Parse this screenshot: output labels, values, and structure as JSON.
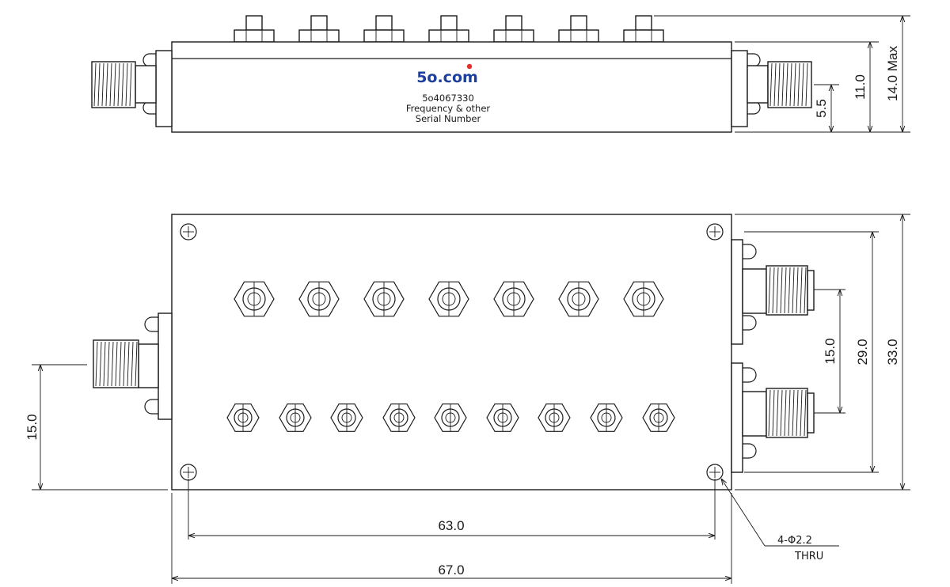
{
  "label": {
    "brand": "5o.com",
    "part_number": "5o4067330",
    "frequency_line": "Frequency & other",
    "serial_line": "Serial Number"
  },
  "dimensions": {
    "height_max": "14.0 Max",
    "body_height": "11.0",
    "connector_height": "5.5",
    "width": "33.0",
    "output_spacing_outer": "29.0",
    "output_spacing_inner": "15.0",
    "input_offset": "15.0",
    "hole_spacing": "63.0",
    "length": "67.0"
  },
  "hole_note": {
    "size": "4-Φ2.2",
    "type": "THRU"
  },
  "colors": {
    "line": "#1a1a1a",
    "brand": "#1b3f9a",
    "brand_dot": "#e0312b"
  }
}
